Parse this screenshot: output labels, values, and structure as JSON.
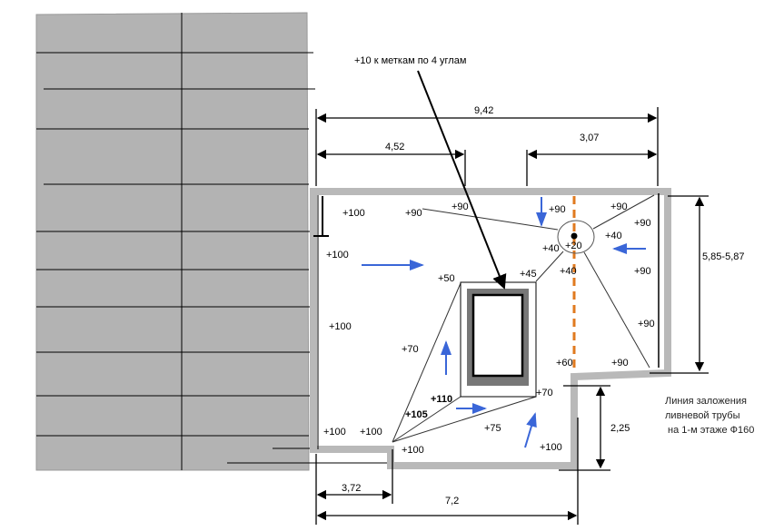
{
  "title_note": "+10 к меткам по  4 углам",
  "pipe_note": [
    "Линия заложения",
    "ливневой трубы",
    " на 1-м этаже Ф160"
  ],
  "dimensions": {
    "total_width": "9,42",
    "left_width": "4,52",
    "right_width": "3,07",
    "height_right": "5,85-5,87",
    "step_height": "2,25",
    "bottom_left": "3,72",
    "bottom_total": "7,2"
  },
  "marks": {
    "m100_a": "+100",
    "m90_a": "+90",
    "m90_b": "+90",
    "m90_c": "+90",
    "m90_d": "+90",
    "m90_e": "+90",
    "m40_a": "+40",
    "m40_b": "+40",
    "m20": "+20",
    "m40_c": "+40",
    "m100_b": "+100",
    "m50": "+50",
    "m45": "+45",
    "m90_f": "+90",
    "m100_c": "+100",
    "m70_a": "+70",
    "m90_g": "+90",
    "m60": "+60",
    "m90_h": "+90",
    "m110": "+110",
    "m105": "+105",
    "m70_b": "+70",
    "m75": "+75",
    "m100_d": "+100",
    "m100_e": "+100",
    "m100_f": "+100",
    "m100_g": "+100"
  },
  "colors": {
    "wall": "#b9b9b9",
    "panel": "#b3b3b3",
    "flow_arrow": "#3a66d8",
    "pipe_line": "#e07a1f"
  }
}
